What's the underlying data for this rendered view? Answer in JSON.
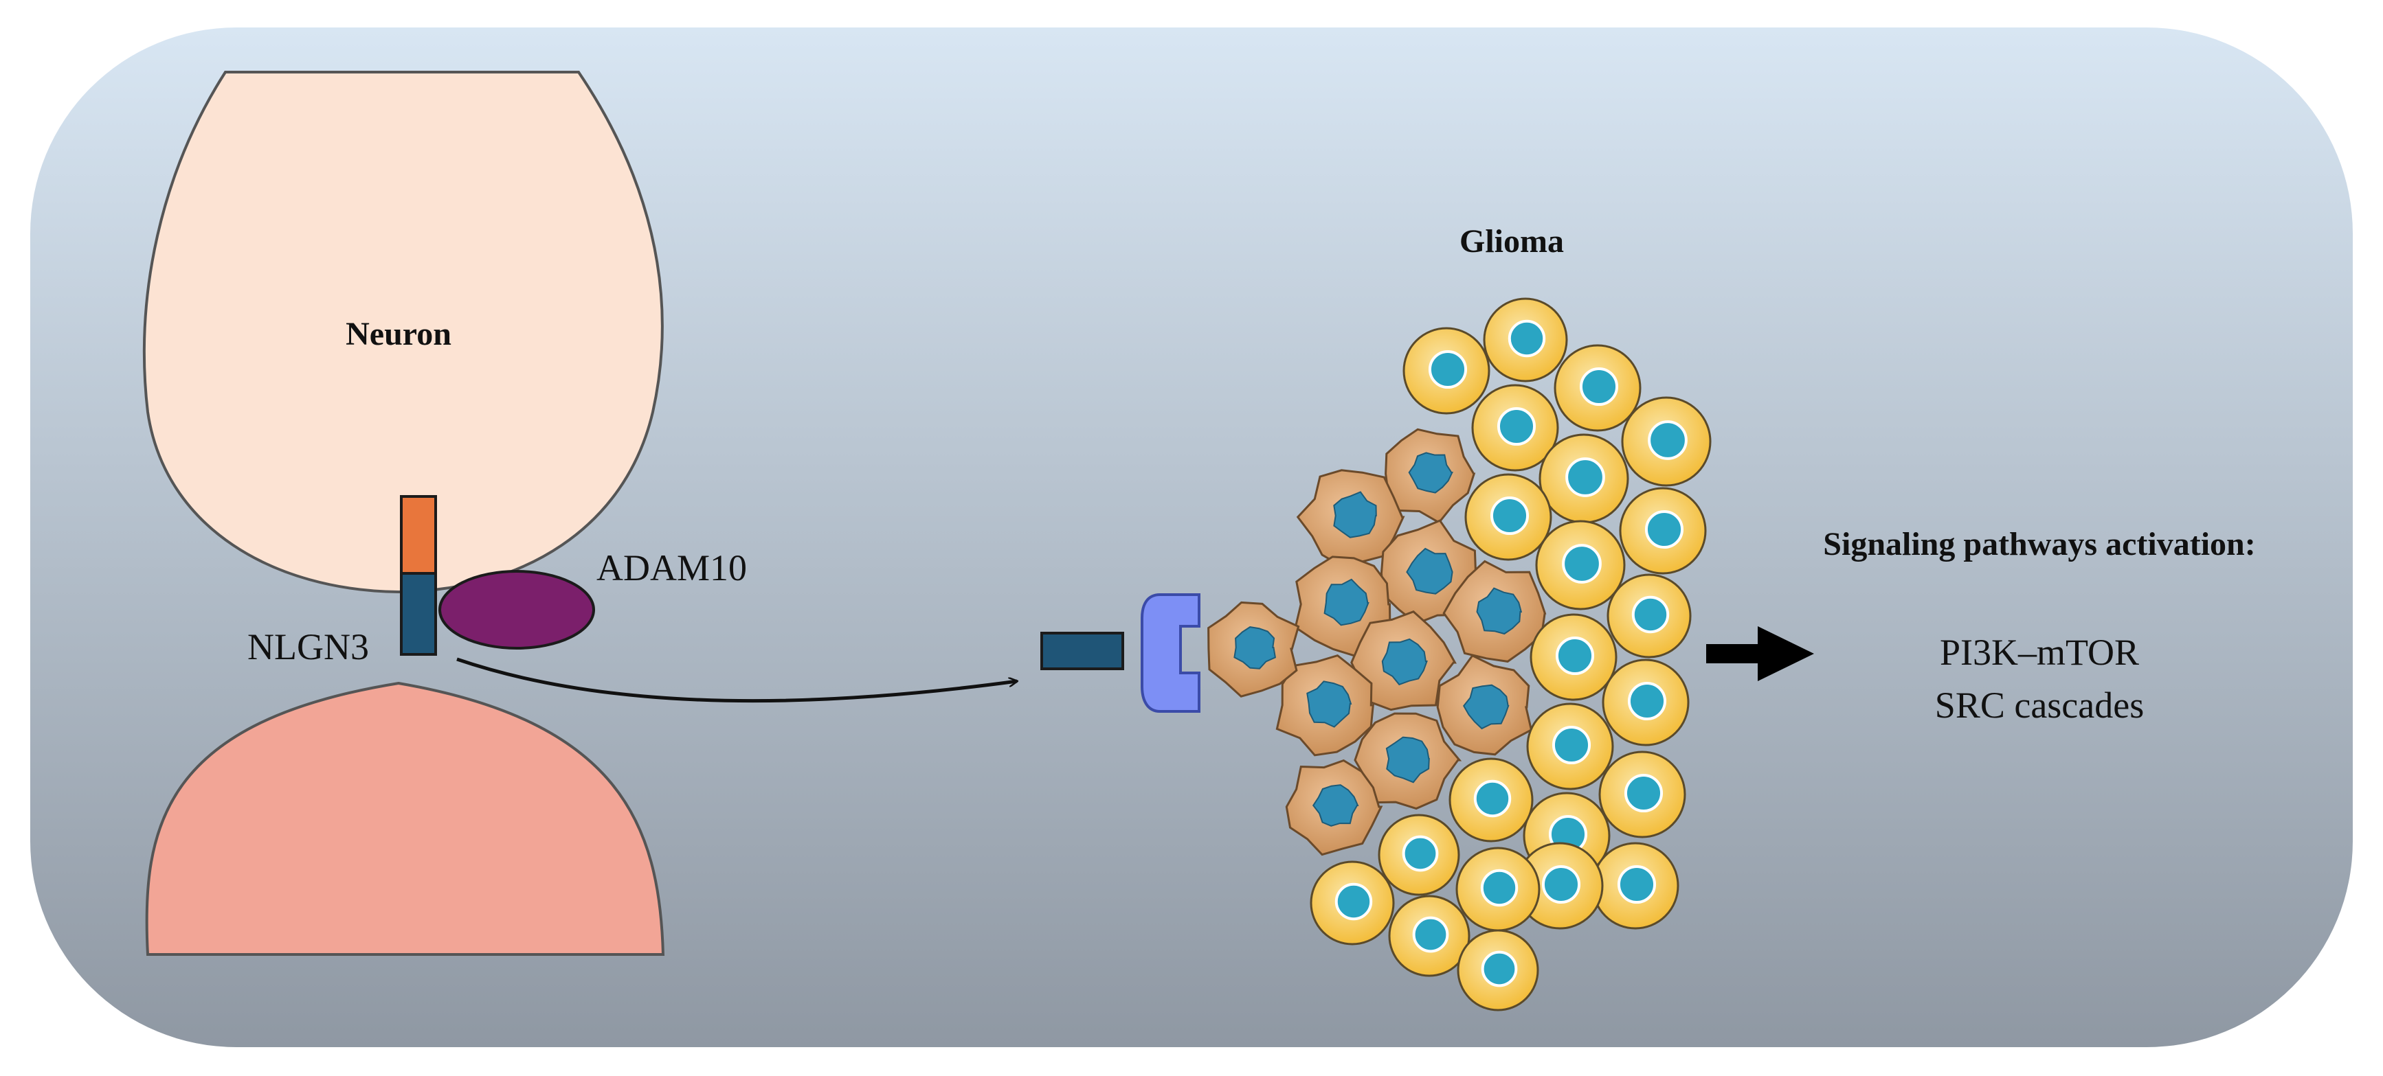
{
  "labels": {
    "neuron": "Neuron",
    "nlgn3": "NLGN3",
    "adam10": "ADAM10",
    "glioma": "Glioma",
    "signaling_heading": "Signaling pathways activation:",
    "pathway_1": "PI3K–mTOR",
    "pathway_2": "SRC cascades"
  },
  "colors": {
    "background_top": "#d8e6f3",
    "background_bottom": "#8f98a3",
    "presynaptic_neuron": "#fce3d3",
    "postsynaptic_neuron": "#f2a596",
    "nlgn3_orange": "#e8763c",
    "nlgn3_blue": "#1f5577",
    "adam10": "#7b1f6b",
    "receptor": "#7d8ff5",
    "tumor_cell": "#f5c84f",
    "tumor_cell_inner": "#fbe6a8",
    "nucleus": "#2aa5c3",
    "invading_cell": "#d9a06a",
    "invading_nucleus": "#2f8db5"
  },
  "icons": [
    "curved-arrow-icon",
    "thick-right-arrow-icon",
    "receptor-icon"
  ]
}
